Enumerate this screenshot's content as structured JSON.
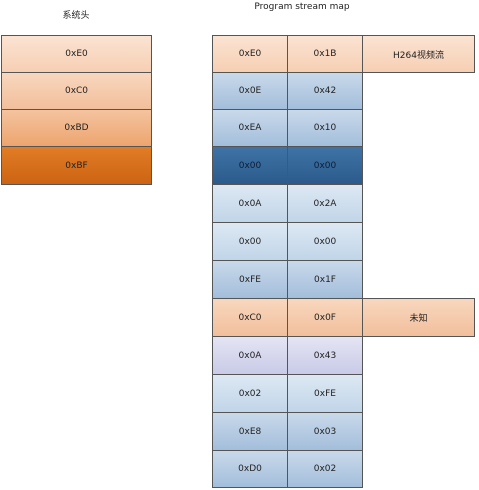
{
  "left": {
    "title": "系统头",
    "cells": [
      "0xE0",
      "0xC0",
      "0xBD",
      "0xBF"
    ]
  },
  "right": {
    "title": "Program stream map",
    "rows": [
      {
        "a": "0xE0",
        "b": "0x1B"
      },
      {
        "a": "0x0E",
        "b": "0x42"
      },
      {
        "a": "0xEA",
        "b": "0x10"
      },
      {
        "a": "0x00",
        "b": "0x00"
      },
      {
        "a": "0x0A",
        "b": "0x2A"
      },
      {
        "a": "0x00",
        "b": "0x00"
      },
      {
        "a": "0xFE",
        "b": "0x1F"
      },
      {
        "a": "0xC0",
        "b": "0x0F"
      },
      {
        "a": "0x0A",
        "b": "0x43"
      },
      {
        "a": "0x02",
        "b": "0xFE"
      },
      {
        "a": "0xE8",
        "b": "0x03"
      },
      {
        "a": "0xD0",
        "b": "0x02"
      }
    ],
    "notes": {
      "h264": "H264视频流",
      "unknown": "未知"
    }
  }
}
